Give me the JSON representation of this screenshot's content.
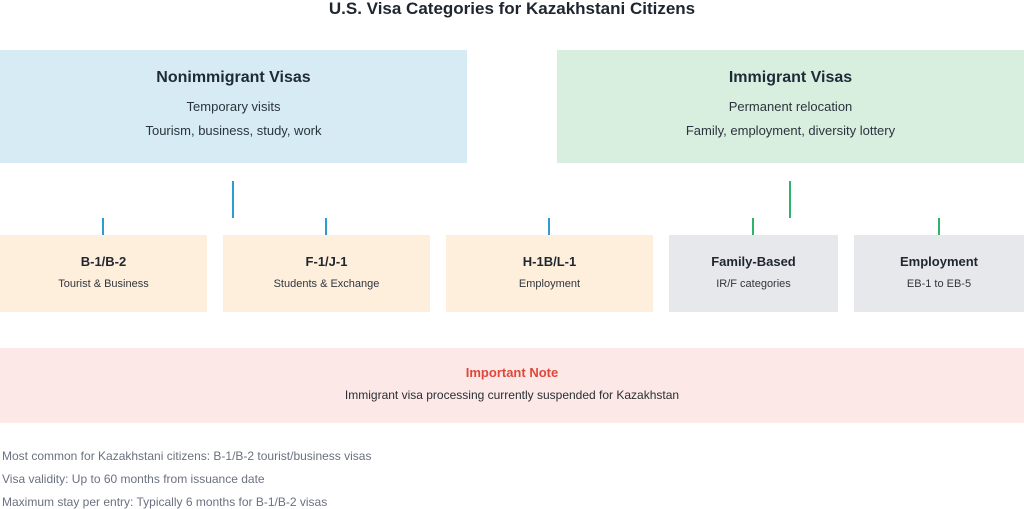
{
  "title": "U.S. Visa Categories for Kazakhstani Citizens",
  "categories": {
    "nonimmigrant": {
      "title": "Nonimmigrant Visas",
      "line1": "Temporary visits",
      "line2": "Tourism, business, study, work",
      "color": "#d6ebf3"
    },
    "immigrant": {
      "title": "Immigrant Visas",
      "line1": "Permanent relocation",
      "line2": "Family, employment, diversity lottery",
      "color": "#d8efe0"
    }
  },
  "subtypes": [
    {
      "title": "B-1/B-2",
      "subtitle": "Tourist & Business",
      "group": "nonimmigrant"
    },
    {
      "title": "F-1/J-1",
      "subtitle": "Students & Exchange",
      "group": "nonimmigrant"
    },
    {
      "title": "H-1B/L-1",
      "subtitle": "Employment",
      "group": "nonimmigrant"
    },
    {
      "title": "Family-Based",
      "subtitle": "IR/F categories",
      "group": "immigrant"
    },
    {
      "title": "Employment",
      "subtitle": "EB-1 to EB-5",
      "group": "immigrant"
    }
  ],
  "note": {
    "title": "Important Note",
    "text": "Immigrant visa processing currently suspended for Kazakhstan",
    "title_color": "#e0473a"
  },
  "footnotes": [
    "Most common for Kazakhstani citizens: B-1/B-2 tourist/business visas",
    "Visa validity: Up to 60 months from issuance date",
    "Maximum stay per entry: Typically 6 months for B-1/B-2 visas"
  ],
  "colors": {
    "nonimmigrant_line": "#2f9ccf",
    "immigrant_line": "#2fb36a",
    "nonimmigrant_subtype": "#fdefdc",
    "immigrant_subtype": "#e7e8ec"
  }
}
